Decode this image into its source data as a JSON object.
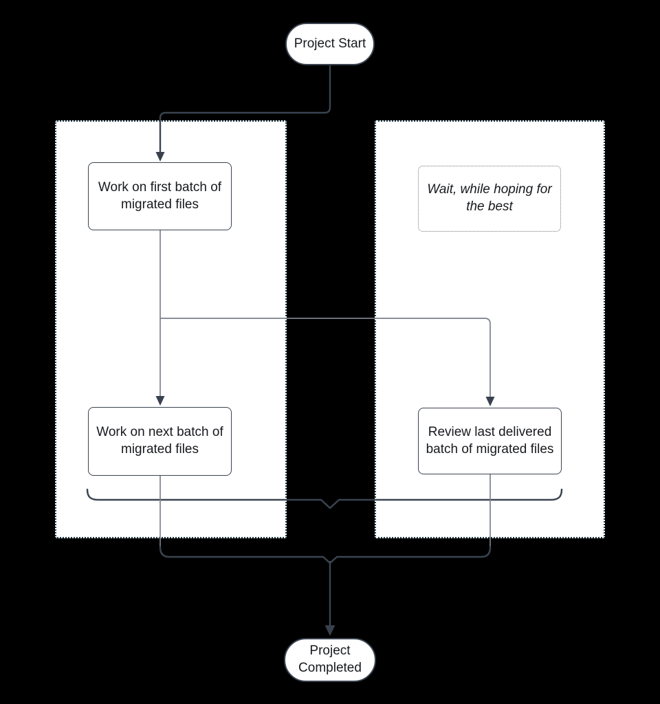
{
  "colors": {
    "background": "#000000",
    "lane-fill": "#ffffff",
    "lane-border": "#1d3944",
    "node-border": "#3a434f",
    "wait-border": "#73787f",
    "text": "#17191d",
    "connector": "#79818d",
    "connector-dark": "#3a4450",
    "arrowhead": "#39414e"
  },
  "nodes": {
    "start": {
      "label": "Project Start",
      "type": "terminator"
    },
    "first_batch": {
      "label": "Work on first batch of migrated files",
      "type": "process"
    },
    "wait": {
      "label": "Wait, while hoping for the best",
      "type": "note"
    },
    "next_batch": {
      "label": "Work on next batch of migrated files",
      "type": "process"
    },
    "review": {
      "label": "Review last delivered batch of migrated files",
      "type": "process"
    },
    "completed": {
      "label": "Project Completed",
      "type": "terminator"
    }
  },
  "edges": [
    {
      "from": "start",
      "to": "first_batch"
    },
    {
      "from": "first_batch",
      "to": "next_batch"
    },
    {
      "from": "first_batch",
      "to": "review"
    },
    {
      "from": "next_batch",
      "to": "completed"
    },
    {
      "from": "review",
      "to": "completed"
    }
  ]
}
